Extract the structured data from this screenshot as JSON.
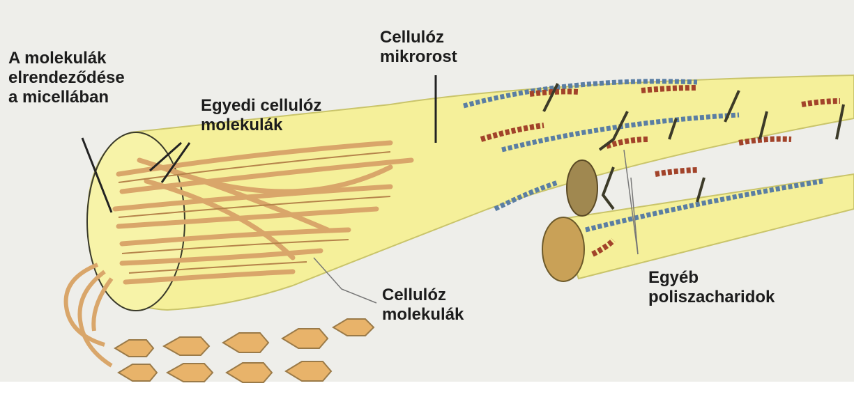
{
  "labels": {
    "arrangement": [
      "A molekulák",
      "elrendeződése",
      "a micellában"
    ],
    "individual": [
      "Egyedi cellulóz",
      "molekulák"
    ],
    "microfibril": [
      "Cellulóz",
      "mikrorost"
    ],
    "molecules": [
      "Cellulóz",
      "molekulák"
    ],
    "polysaccharides": [
      "Egyéb",
      "poliszacharidok"
    ]
  },
  "colors": {
    "background": "#eeeeea",
    "fibril_fill": "#f5f09a",
    "fibril_edge": "#c9c46a",
    "strand": "#d9a66a",
    "strand_dark": "#b5834a",
    "hexagon": "#e8b36a",
    "hexagon_edge": "#9a7a48",
    "blue_chain": "#5a7ea3",
    "red_chain": "#a2432a",
    "cut_end": "#c9a157",
    "leader_line": "#222222"
  }
}
